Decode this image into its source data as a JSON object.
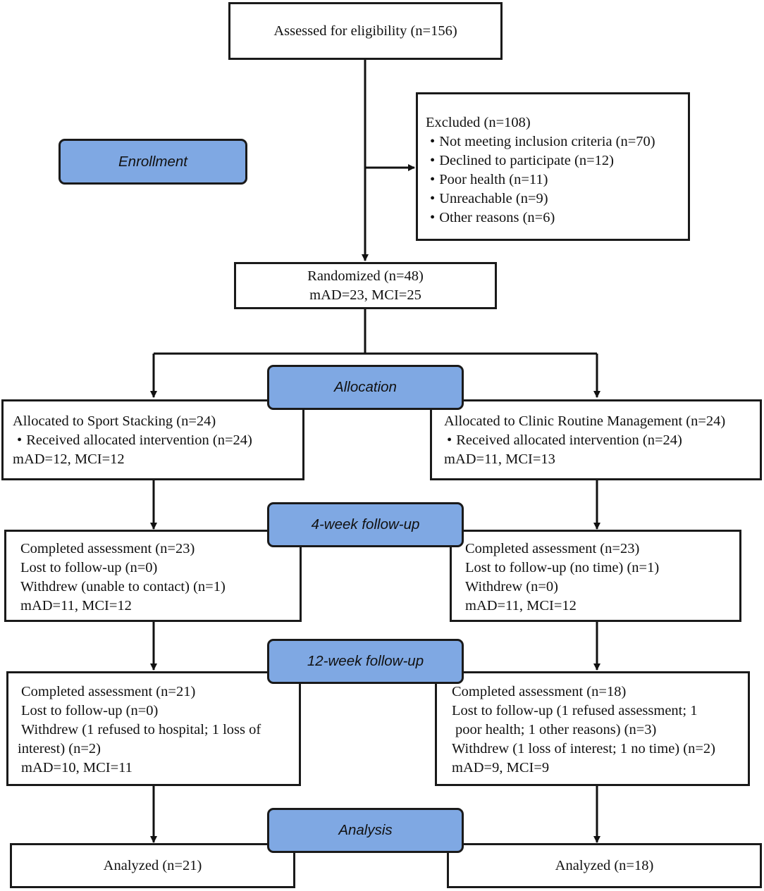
{
  "stages": {
    "enrollment": "Enrollment",
    "allocation": "Allocation",
    "followup_4wk": "4-week follow-up",
    "followup_12wk": "12-week follow-up",
    "analysis": "Analysis"
  },
  "assessed": "Assessed for eligibility (n=156)",
  "excluded": {
    "title": "Excluded (n=108)",
    "items": [
      "Not meeting inclusion criteria (n=70)",
      "Declined to participate (n=12)",
      "Poor health (n=11)",
      "Unreachable (n=9)",
      "Other reasons (n=6)"
    ]
  },
  "randomized": {
    "line1": "Randomized (n=48)",
    "line2": "mAD=23, MCI=25"
  },
  "left": {
    "allocated": {
      "title": "Allocated to Sport Stacking (n=24)",
      "bullet": "Received allocated intervention (n=24)",
      "counts": "mAD=12, MCI=12"
    },
    "week4": {
      "completed": "Completed assessment (n=23)",
      "lost": "Lost to follow-up (n=0)",
      "withdrew": "Withdrew (unable to contact) (n=1)",
      "counts": "mAD=11, MCI=12"
    },
    "week12": {
      "completed": "Completed assessment (n=21)",
      "lost": "Lost to follow-up (n=0)",
      "withdrew_1": "Withdrew (1 refused to hospital; 1 loss of",
      "withdrew_2": "interest) (n=2)",
      "counts": "mAD=10, MCI=11"
    },
    "analyzed": "Analyzed (n=21)"
  },
  "right": {
    "allocated": {
      "title": "Allocated to Clinic Routine Management (n=24)",
      "bullet": "Received allocated intervention (n=24)",
      "counts": "mAD=11, MCI=13"
    },
    "week4": {
      "completed": "Completed assessment (n=23)",
      "lost": "Lost to follow-up (no time) (n=1)",
      "withdrew": "Withdrew (n=0)",
      "counts": "mAD=11, MCI=12"
    },
    "week12": {
      "completed": "Completed assessment (n=18)",
      "lost_1": "Lost to follow-up (1 refused assessment; 1",
      "lost_2": "poor health; 1 other reasons) (n=3)",
      "withdrew": "Withdrew (1 loss of interest; 1 no time) (n=2)",
      "counts": "mAD=9, MCI=9"
    },
    "analyzed": "Analyzed (n=18)"
  }
}
